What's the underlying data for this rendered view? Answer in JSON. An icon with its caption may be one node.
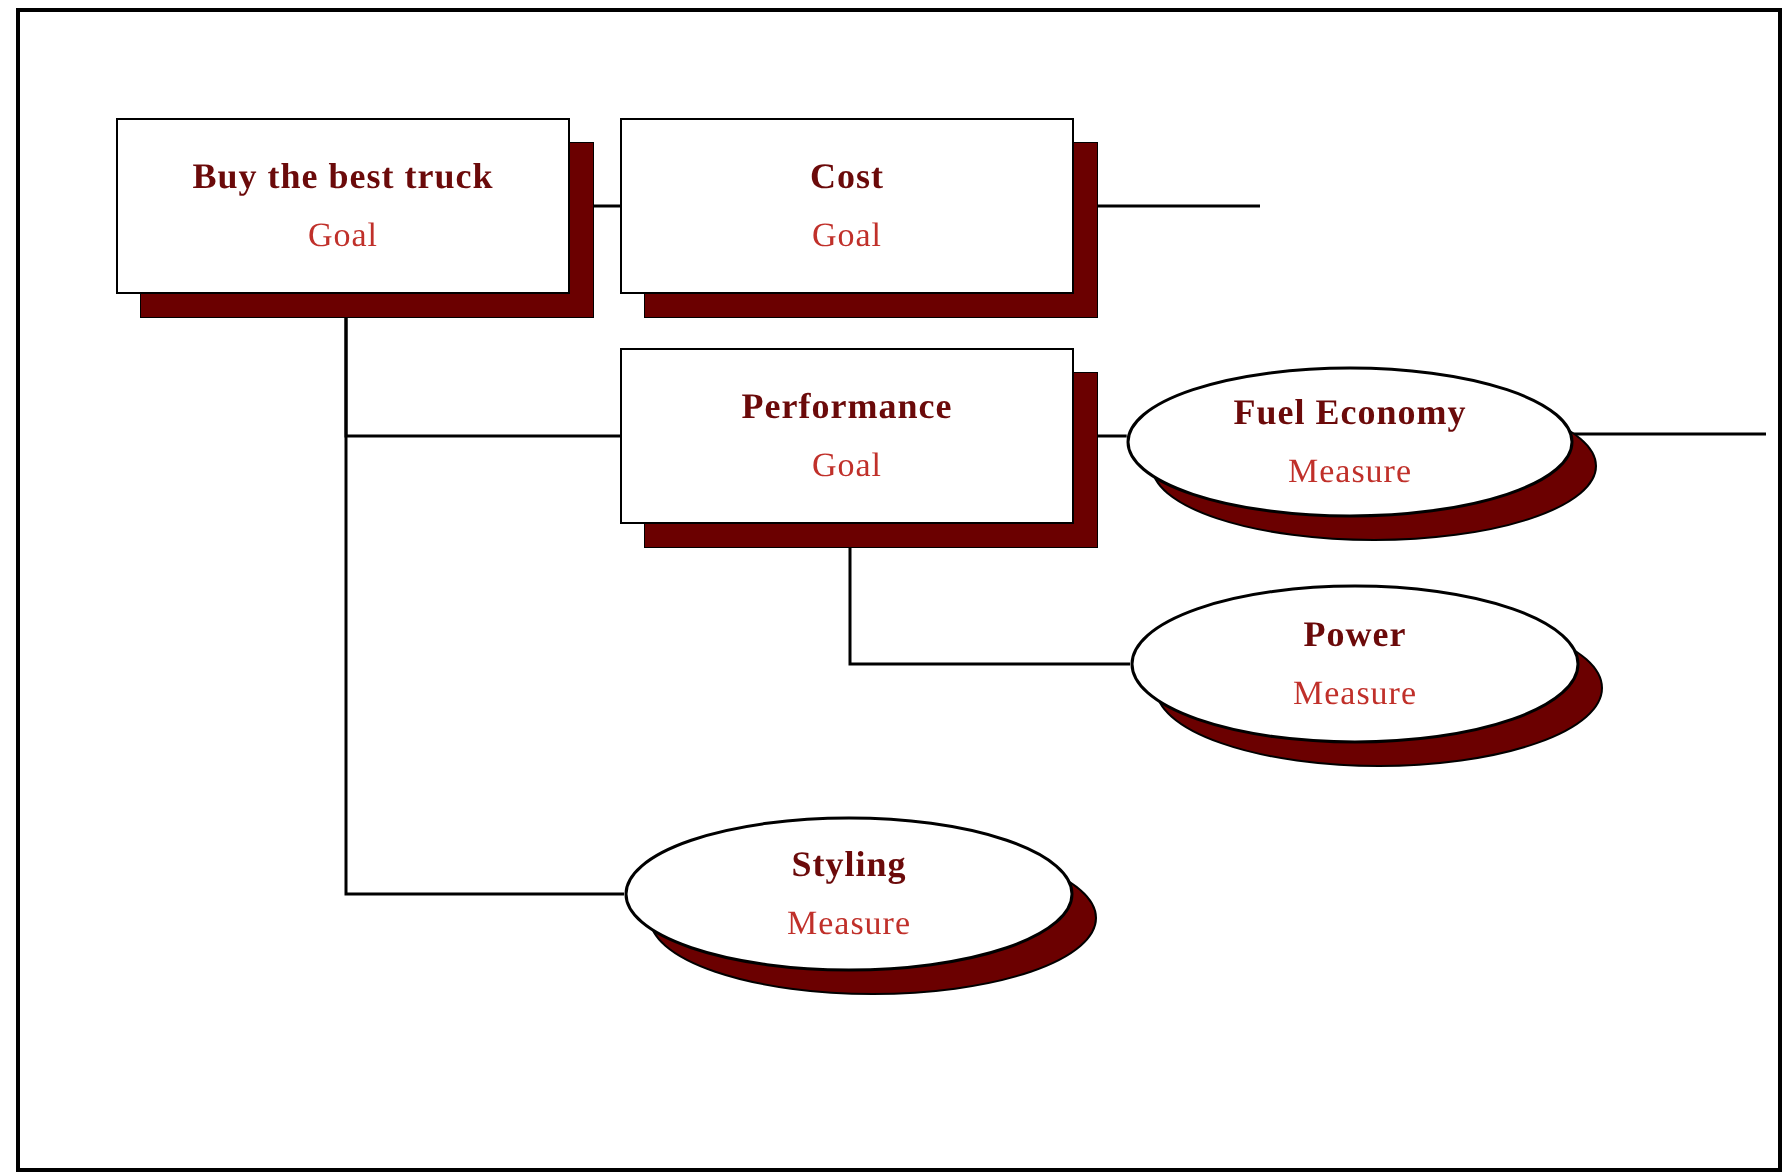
{
  "diagram": {
    "nodes": [
      {
        "text": [
          "Buy the best truck",
          "Goal"
        ]
      },
      {
        "text": [
          "Cost",
          "Goal"
        ]
      },
      {
        "text": [
          "Performance",
          "Goal"
        ]
      },
      {
        "text": [
          "Fuel Economy",
          "Measure"
        ]
      },
      {
        "text": [
          "Power",
          "Measure"
        ]
      },
      {
        "text": [
          "Styling",
          "Measure"
        ]
      }
    ],
    "edges": [
      {
        "from": 0,
        "to": 1,
        "arrow": "none"
      },
      {
        "from": 1,
        "to": null,
        "arrow": "none"
      },
      {
        "from": 0,
        "to": 2,
        "arrow": "none"
      },
      {
        "from": 2,
        "to": 3,
        "arrow": "none"
      },
      {
        "from": 3,
        "to": null,
        "arrow": "none"
      },
      {
        "from": 2,
        "to": 4,
        "arrow": "none"
      },
      {
        "from": 0,
        "to": 5,
        "arrow": "none"
      }
    ]
  }
}
